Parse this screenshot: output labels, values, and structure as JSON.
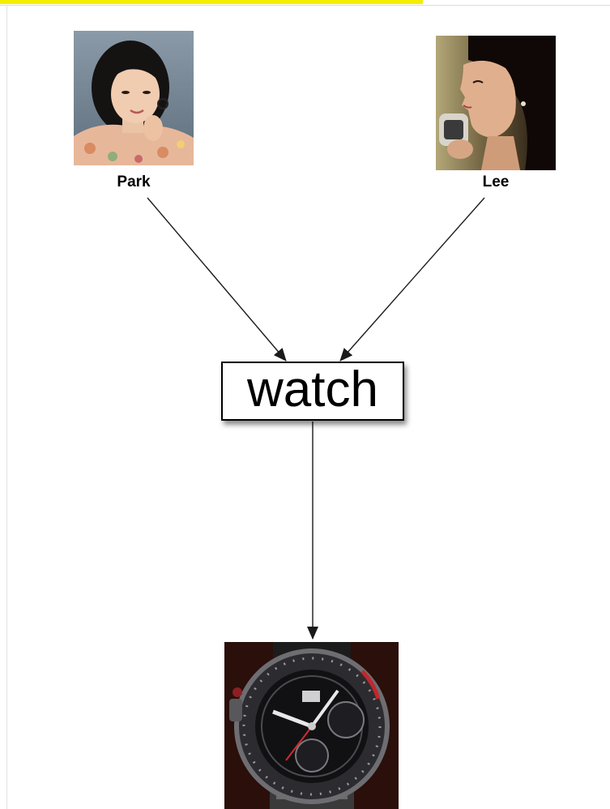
{
  "nodes": {
    "person_left": {
      "label": "Park"
    },
    "person_right": {
      "label": "Lee"
    },
    "word": {
      "label": "watch"
    }
  },
  "icons": {
    "person_left_photo": "woman-portrait-photo",
    "person_right_photo": "woman-profile-photo",
    "object_photo": "wristwatch-photo"
  },
  "colors": {
    "highlight": "#f5ee00",
    "lines": "#1a1a1a",
    "box_border": "#000000"
  }
}
